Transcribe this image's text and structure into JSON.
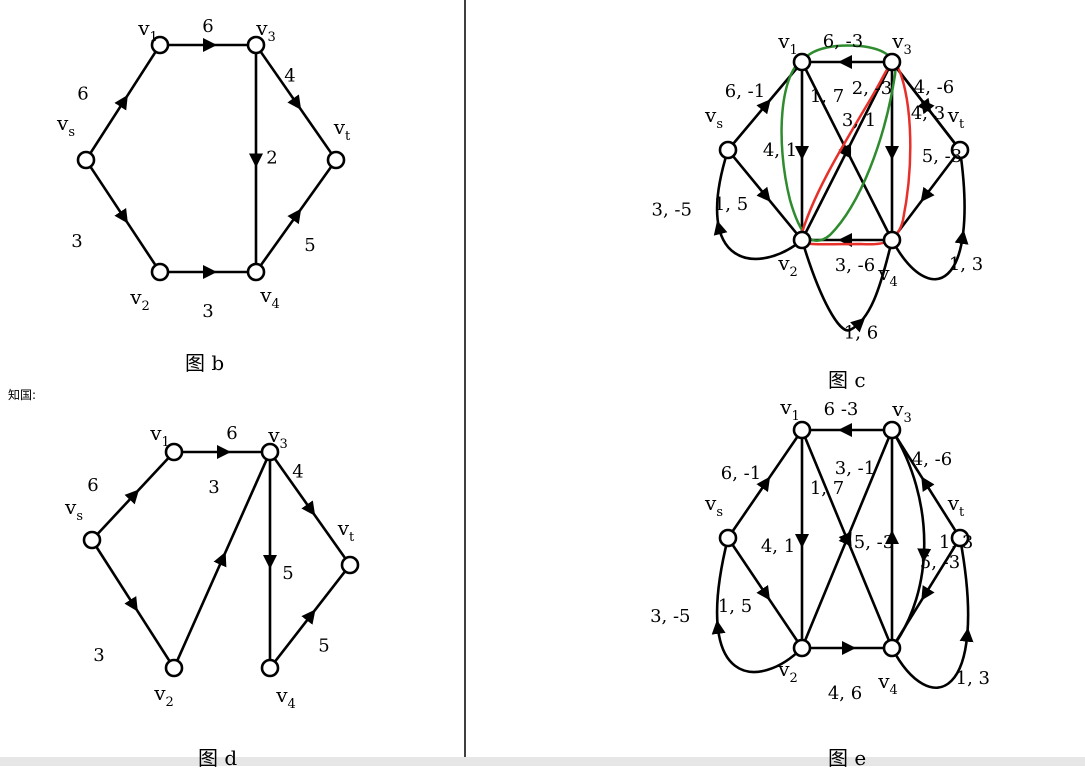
{
  "stray_text": "知国:",
  "panels": [
    {
      "id": "b",
      "caption": "图 b",
      "nodes": [
        {
          "id": "vs",
          "label": "v",
          "sub": "s"
        },
        {
          "id": "v1",
          "label": "v",
          "sub": "1"
        },
        {
          "id": "v2",
          "label": "v",
          "sub": "2"
        },
        {
          "id": "v3",
          "label": "v",
          "sub": "3"
        },
        {
          "id": "v4",
          "label": "v",
          "sub": "4"
        },
        {
          "id": "vt",
          "label": "v",
          "sub": "t"
        }
      ],
      "edges": [
        {
          "from": "vs",
          "to": "v1",
          "label": "6"
        },
        {
          "from": "v1",
          "to": "v3",
          "label": "6"
        },
        {
          "from": "v3",
          "to": "vt",
          "label": "4"
        },
        {
          "from": "v3",
          "to": "v4",
          "label": "2"
        },
        {
          "from": "vs",
          "to": "v2",
          "label": "3"
        },
        {
          "from": "v2",
          "to": "v4",
          "label": "3"
        },
        {
          "from": "v4",
          "to": "vt",
          "label": "5"
        }
      ]
    },
    {
      "id": "c",
      "caption": "图 c",
      "nodes": [
        {
          "id": "vs",
          "label": "v",
          "sub": "s"
        },
        {
          "id": "v1",
          "label": "v",
          "sub": "1"
        },
        {
          "id": "v2",
          "label": "v",
          "sub": "2"
        },
        {
          "id": "v3",
          "label": "v",
          "sub": "3"
        },
        {
          "id": "v4",
          "label": "v",
          "sub": "4"
        },
        {
          "id": "vt",
          "label": "v",
          "sub": "t"
        }
      ],
      "edges": [
        {
          "from": "vs",
          "to": "v1",
          "label": "6, -1"
        },
        {
          "from": "v3",
          "to": "v1",
          "label": "6, -3"
        },
        {
          "from": "vt",
          "to": "v3",
          "label": "4, -6"
        },
        {
          "from": "v2",
          "to": "v3",
          "label": "3, 1"
        },
        {
          "from": "v1",
          "to": "v2",
          "label": "4, 1"
        },
        {
          "from": "v1",
          "to": "v4",
          "label": "1, 7"
        },
        {
          "from": "v3",
          "to": "v4",
          "label": "2, -3"
        },
        {
          "from": "v3",
          "to": "vt",
          "label": "4, 3"
        },
        {
          "from": "vs",
          "to": "v2",
          "label": "1, 5"
        },
        {
          "from": "v2",
          "to": "vs",
          "label": "3, -5"
        },
        {
          "from": "v4",
          "to": "v2",
          "label": "3, -6"
        },
        {
          "from": "vt",
          "to": "v4",
          "label": "5, -3"
        },
        {
          "from": "v2",
          "to": "v4",
          "label": "1, 6"
        },
        {
          "from": "v4",
          "to": "vt",
          "label": "1, 3"
        }
      ],
      "highlights": [
        {
          "name": "green-cycle",
          "color": "#2e8b2e"
        },
        {
          "name": "red-cycle",
          "color": "#e8302a"
        }
      ]
    },
    {
      "id": "d",
      "caption": "图 d",
      "nodes": [
        {
          "id": "vs",
          "label": "v",
          "sub": "s"
        },
        {
          "id": "v1",
          "label": "v",
          "sub": "1"
        },
        {
          "id": "v2",
          "label": "v",
          "sub": "2"
        },
        {
          "id": "v3",
          "label": "v",
          "sub": "3"
        },
        {
          "id": "v4",
          "label": "v",
          "sub": "4"
        },
        {
          "id": "vt",
          "label": "v",
          "sub": "t"
        }
      ],
      "edges": [
        {
          "from": "vs",
          "to": "v1",
          "label": "6"
        },
        {
          "from": "v1",
          "to": "v3",
          "label": "6"
        },
        {
          "from": "v3",
          "to": "vt",
          "label": "4"
        },
        {
          "from": "v2",
          "to": "v3",
          "label": "3"
        },
        {
          "from": "v3",
          "to": "v4",
          "label": "5"
        },
        {
          "from": "vs",
          "to": "v2",
          "label": "3"
        },
        {
          "from": "v4",
          "to": "vt",
          "label": "5"
        }
      ]
    },
    {
      "id": "e",
      "caption": "图 e",
      "nodes": [
        {
          "id": "vs",
          "label": "v",
          "sub": "s"
        },
        {
          "id": "v1",
          "label": "v",
          "sub": "1"
        },
        {
          "id": "v2",
          "label": "v",
          "sub": "2"
        },
        {
          "id": "v3",
          "label": "v",
          "sub": "3"
        },
        {
          "id": "v4",
          "label": "v",
          "sub": "4"
        },
        {
          "id": "vt",
          "label": "v",
          "sub": "t"
        }
      ],
      "edges": [
        {
          "from": "vs",
          "to": "v1",
          "label": "6, -1"
        },
        {
          "from": "v3",
          "to": "v1",
          "label": "6 -3"
        },
        {
          "from": "vt",
          "to": "v3",
          "label": "4, -6"
        },
        {
          "from": "v1",
          "to": "v2",
          "label": "4, 1"
        },
        {
          "from": "v1",
          "to": "v4",
          "label": "1, 7"
        },
        {
          "from": "v2",
          "to": "v3",
          "label": "3, -1"
        },
        {
          "from": "v4",
          "to": "v3",
          "label": "5, -3"
        },
        {
          "from": "v3",
          "to": "v4",
          "label": "1, 3"
        },
        {
          "from": "vs",
          "to": "v2",
          "label": "1, 5"
        },
        {
          "from": "v2",
          "to": "vs",
          "label": "3, -5"
        },
        {
          "from": "v2",
          "to": "v4",
          "label": "4, 6"
        },
        {
          "from": "vt",
          "to": "v4",
          "label": "5, -3"
        },
        {
          "from": "v4",
          "to": "vt",
          "label": "1, 3"
        }
      ]
    }
  ],
  "colors": {
    "ink": "#000000",
    "node_fill": "#ffffff",
    "background": "#ffffff",
    "footer": "#e6e6e6"
  }
}
